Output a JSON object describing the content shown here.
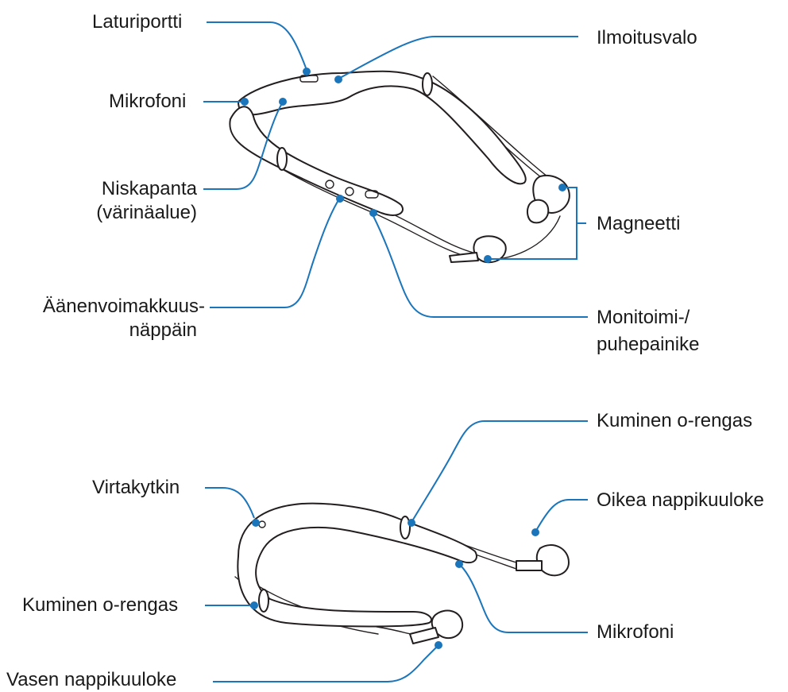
{
  "top_labels": {
    "charging_port": "Laturiportti",
    "notification_light": "Ilmoitusvalo",
    "microphone": "Mikrofoni",
    "neckband_line1": "Niskapanta",
    "neckband_line2": "(värinäalue)",
    "magnet": "Magneetti",
    "volume_line1": "Äänenvoimakkuus-",
    "volume_line2": "näppäin",
    "multi_line1": "Monitoimi-/",
    "multi_line2": "puhepainike"
  },
  "bottom_labels": {
    "rubber_ring_top": "Kuminen o-rengas",
    "power_switch": "Virtakytkin",
    "right_earbud": "Oikea nappikuuloke",
    "rubber_ring_left": "Kuminen o-rengas",
    "microphone": "Mikrofoni",
    "left_earbud": "Vasen nappikuuloke"
  },
  "colors": {
    "leader": "#1b75bb",
    "outline": "#231f20",
    "text": "#1a1a1a"
  }
}
